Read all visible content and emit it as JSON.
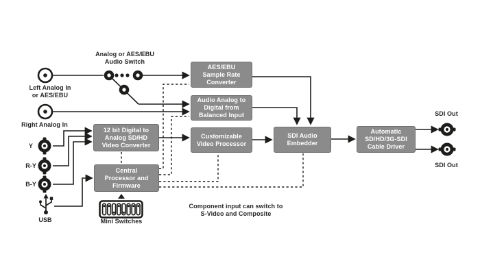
{
  "labels": {
    "audio_switch": "Analog or AES/EBU\nAudio Switch",
    "left_analog_in": "Left Analog In\nor AES/EBU",
    "right_analog_in": "Right Analog In",
    "input_y": "Y",
    "input_ry": "R-Y",
    "input_by": "B-Y",
    "usb": "USB",
    "mini_switches": "Mini Switches",
    "note": "Component input can switch to\nS-Video and Composite",
    "sdi_out_top": "SDI Out",
    "sdi_out_bottom": "SDI Out"
  },
  "boxes": {
    "sample_rate_converter": {
      "label": "AES/EBU\nSample Rate\nConverter"
    },
    "audio_adc": {
      "label": "Audio Analog to\nDigital from\nBalanced Input"
    },
    "video_processor": {
      "label": "Customizable\nVideo Processor"
    },
    "video_converter": {
      "label": "12 bit Digital to\nAnalog SD/HD\nVideo Converter"
    },
    "central_processor": {
      "label": "Central\nProcessor and\nFirmware"
    },
    "sdi_audio_embedder": {
      "label": "SDI Audio\nEmbedder"
    },
    "cable_driver": {
      "label": "Automatic\nSD/HD/3G-SDI\nCable Driver"
    }
  },
  "icons": {
    "left_analog_in": "rca-connector-icon",
    "right_analog_in": "rca-connector-icon",
    "component_inputs": "bnc-connector-icon",
    "sdi_outputs": "bnc-connector-icon",
    "usb": "usb-trident-icon",
    "mini_switches": "dip-switch-icon",
    "audio_switch": "selector-switch-icon"
  },
  "colors": {
    "background": "#ffffff",
    "box_fill": "#8b8b8b",
    "box_border": "#6f6f6f",
    "box_text": "#ffffff",
    "line": "#1d1d1b",
    "label_text": "#262626"
  }
}
